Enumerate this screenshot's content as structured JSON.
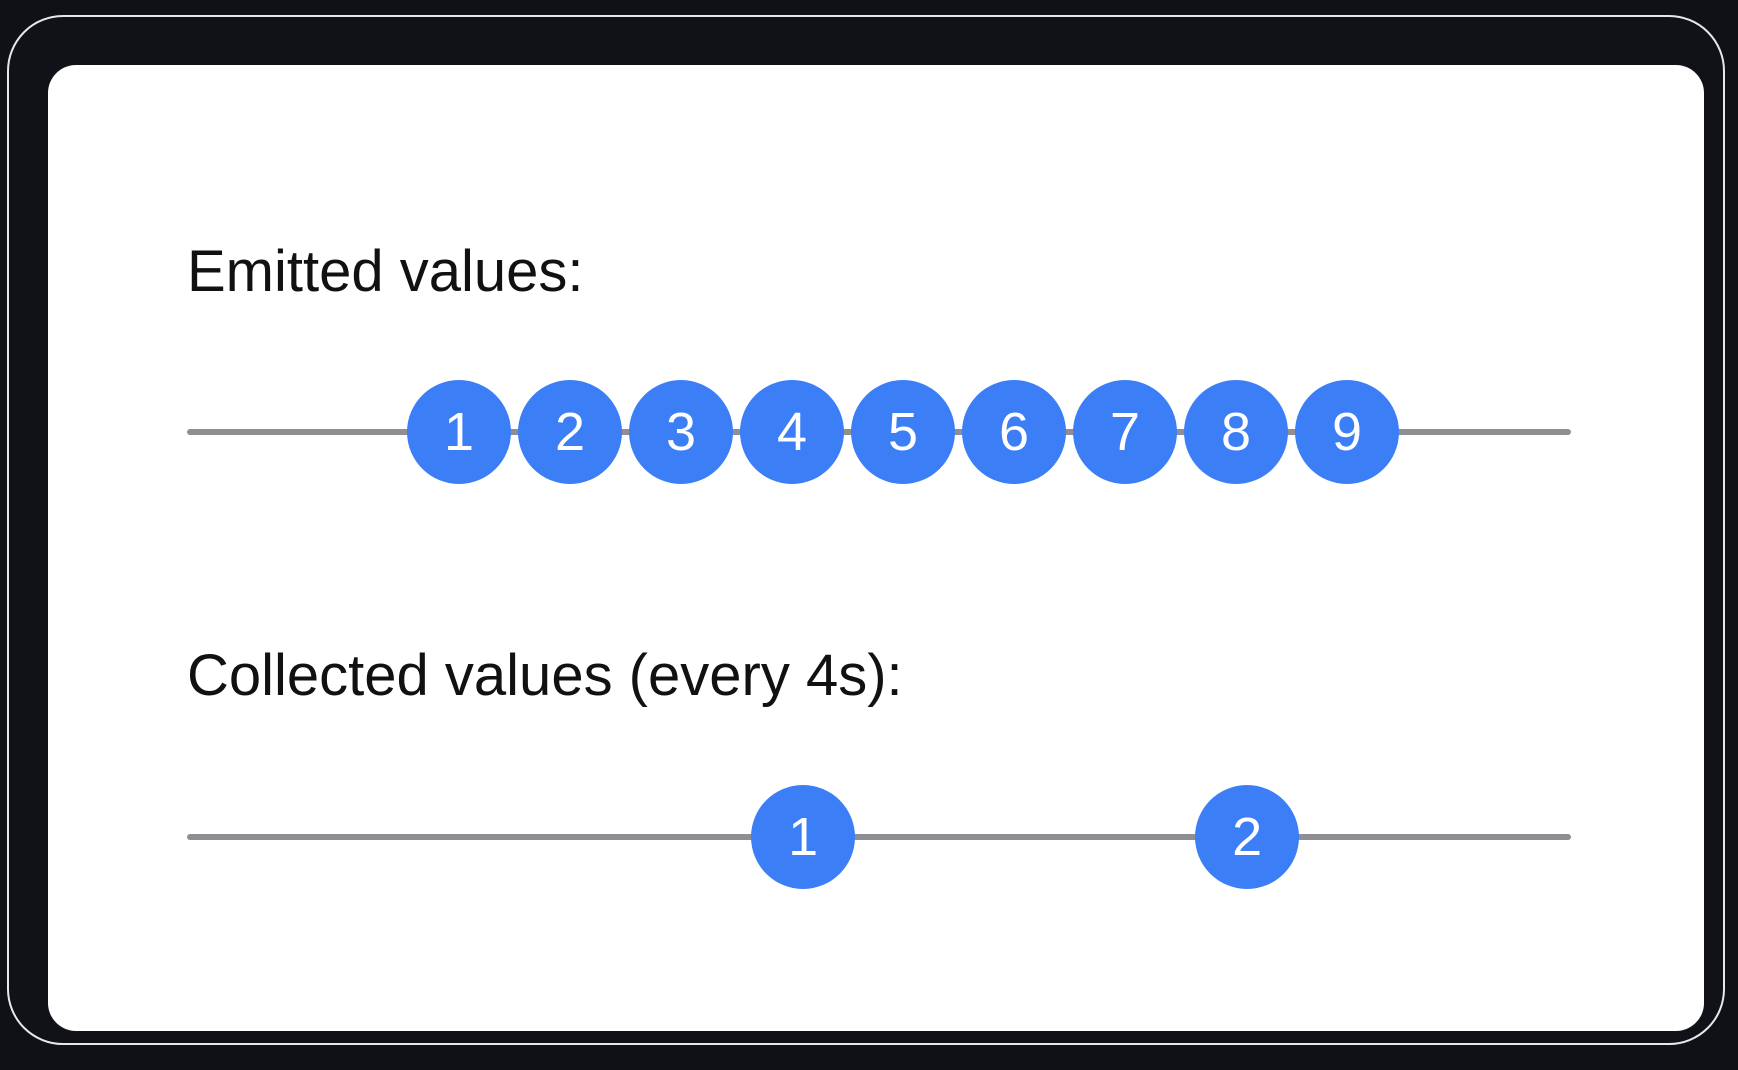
{
  "emitted": {
    "label": "Emitted values:",
    "marbles": [
      {
        "value": "1",
        "t": 0
      },
      {
        "value": "2",
        "t": 1
      },
      {
        "value": "3",
        "t": 2
      },
      {
        "value": "4",
        "t": 3
      },
      {
        "value": "5",
        "t": 4
      },
      {
        "value": "6",
        "t": 5
      },
      {
        "value": "7",
        "t": 6
      },
      {
        "value": "8",
        "t": 7
      },
      {
        "value": "9",
        "t": 8
      }
    ]
  },
  "collected": {
    "label": "Collected values (every 4s):",
    "marbles": [
      {
        "value": "1",
        "t": 3.1
      },
      {
        "value": "2",
        "t": 7.1
      }
    ]
  },
  "colors": {
    "marble": "#3b7ef6",
    "track": "#8e8e93",
    "background": "#ffffff",
    "frame": "#0f1117"
  }
}
